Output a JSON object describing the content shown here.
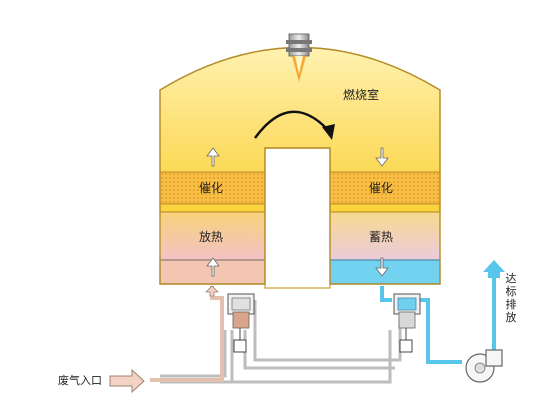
{
  "labels": {
    "combustion_chamber": "燃烧室",
    "catalysis_left": "催化",
    "catalysis_right": "催化",
    "heat_release": "放热",
    "heat_storage": "蓄热",
    "exhaust_inlet": "废气入口",
    "compliant_discharge": "达标排放"
  },
  "colors": {
    "chamber_top": "#fde78a",
    "chamber_bottom": "#fbd53c",
    "catalyst": "#f6b93a",
    "heat_release_top": "#f7cf78",
    "heat_release_bottom": "#f2c0c4",
    "heat_storage_top": "#f6d89a",
    "heat_storage_bottom": "#e9c9d9",
    "clean_flow": "#6ccfee",
    "dirty_flow": "#e6c2b3",
    "duct": "#b9b9b9"
  },
  "icons": [
    "burner-icon",
    "flow-arrow-icon",
    "valve-icon",
    "fan-icon"
  ]
}
